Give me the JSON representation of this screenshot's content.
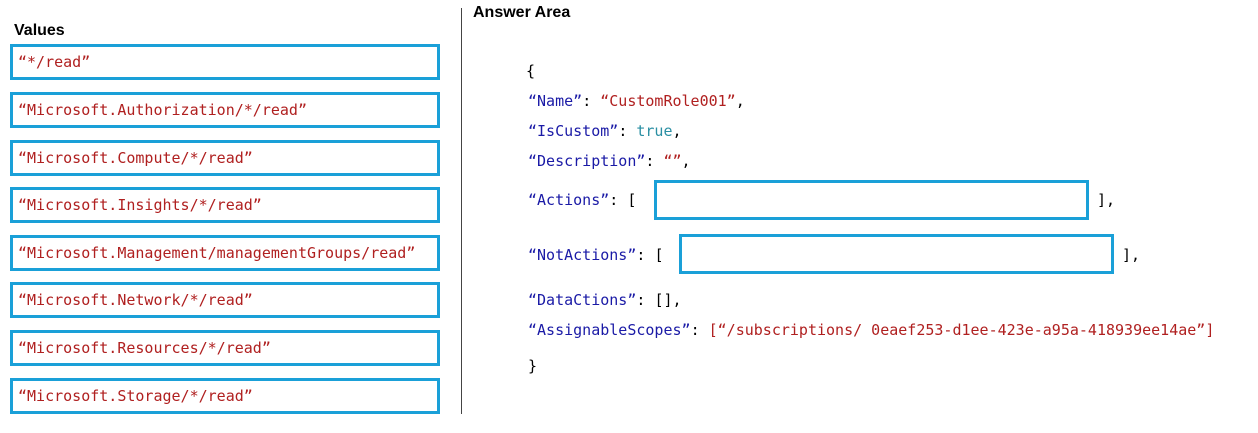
{
  "values": {
    "heading": "Values",
    "items": [
      "“*/read”",
      "“Microsoft.Authorization/*/read”",
      "“Microsoft.Compute/*/read”",
      "“Microsoft.Insights/*/read”",
      "“Microsoft.Management/managementGroups/read”",
      "“Microsoft.Network/*/read”",
      "“Microsoft.Resources/*/read”",
      "“Microsoft.Storage/*/read”"
    ]
  },
  "answer": {
    "heading": "Answer Area",
    "open_brace": "{",
    "close_brace": "}",
    "name_key": "“Name”",
    "name_value": "“CustomRole001”",
    "iscustom_key": "“IsCustom”",
    "iscustom_value": "true",
    "description_key": "“Description”",
    "description_value": "“”",
    "actions_key": "“Actions”",
    "notactions_key": "“NotActions”",
    "dataactions_key": "“DataCtions”",
    "dataactions_value": "[]",
    "scopes_key": "“AssignableScopes”",
    "scopes_value": "“/subscriptions/ 0eaef253-d1ee-423e-a95a-418939ee14ae”",
    "colon": ": ",
    "comma": ",",
    "open_bracket": "[",
    "close_bracket_comma": "],",
    "close_bracket": "]"
  },
  "colors": {
    "box_border": "#1aa0d8",
    "string": "#b02020",
    "key": "#1a1aa6",
    "boolean": "#2a8fa3"
  }
}
